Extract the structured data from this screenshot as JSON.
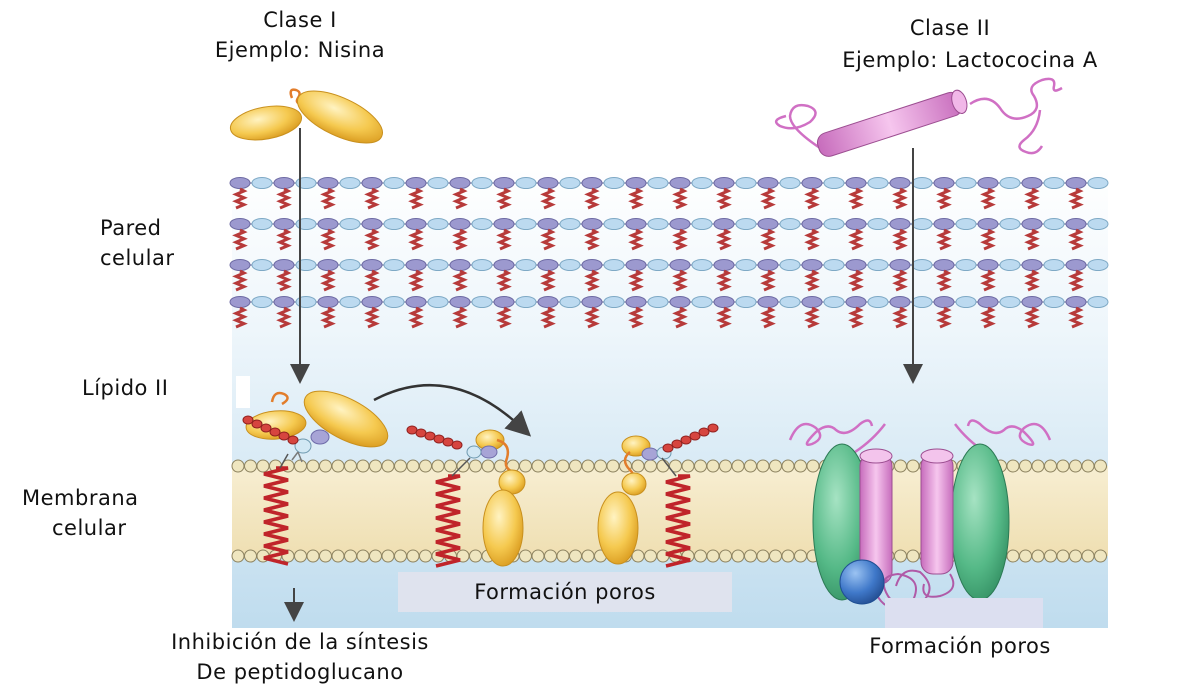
{
  "labels": {
    "class1_title": "Clase I",
    "class1_example": "Ejemplo: Nisina",
    "class2_title": "Clase II",
    "class2_example": "Ejemplo: Lactococina A",
    "cell_wall_line1": "Pared",
    "cell_wall_line2": "celular",
    "lipid2": "Lípido II",
    "membrane_line1": "Membrana",
    "membrane_line2": "celular",
    "pores_center": "Formación poros",
    "inhibition_line1": "Inhibición de la síntesis",
    "inhibition_line2": "De peptidoglucano",
    "pores_right": "Formación poros"
  },
  "colors": {
    "background_panel_top": "#ffffff",
    "background_panel_bottom": "#c9e3f2",
    "glycan_blue": "#b9d8ec",
    "glycan_purple": "#9c99cf",
    "peptide_red": "#b73a3a",
    "lipid_head": "#eadfab",
    "lipid_tail": "#f2e3b8",
    "nisin_yellow": "#f4c542",
    "nisin_orange": "#e27d2b",
    "lactococcin_pink": "#e39ad6",
    "pore_green": "#4fb385",
    "pore_blue": "#3f78c9",
    "arrow_gray": "#555555",
    "label_box": "#dde3ee"
  }
}
